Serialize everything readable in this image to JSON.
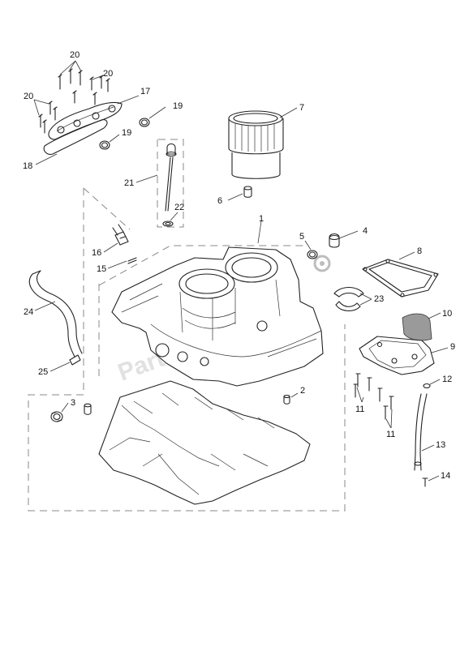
{
  "diagram": {
    "callouts": [
      "1",
      "2",
      "3",
      "4",
      "5",
      "6",
      "7",
      "8",
      "9",
      "10",
      "11",
      "12",
      "13",
      "14",
      "15",
      "16",
      "17",
      "18",
      "19",
      "20",
      "21",
      "22",
      "23",
      "24",
      "25"
    ],
    "watermark": "PartsRepublik"
  }
}
